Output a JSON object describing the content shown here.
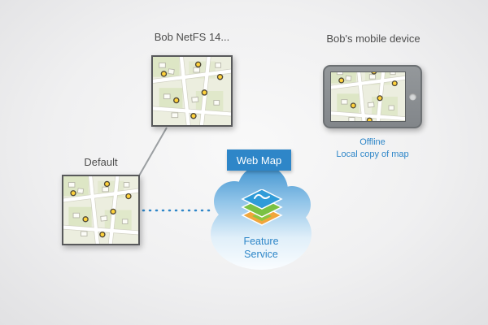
{
  "nodes": {
    "netfs": {
      "label": "Bob NetFS 14..."
    },
    "mobile": {
      "label": "Bob's mobile device",
      "offline": "Offline",
      "local_copy": "Local copy of map"
    },
    "default_version": {
      "label": "Default"
    },
    "cloud": {
      "webmap_label": "Web Map",
      "feature_service_label": "Feature Service"
    }
  },
  "colors": {
    "accent_blue": "#2e86c8",
    "label_gray": "#4d4d4d",
    "cloud_top_blue": "#3f93cf",
    "marker_yellow": "#ffd23b",
    "frame_gray": "#58595b"
  }
}
